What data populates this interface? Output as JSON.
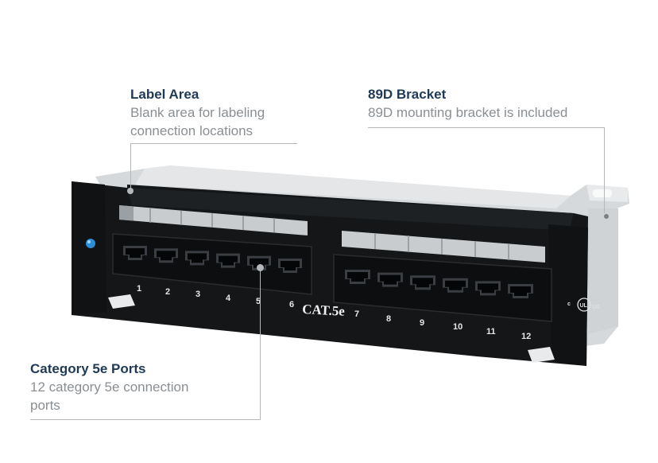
{
  "callouts": {
    "label_area": {
      "title": "Label Area",
      "desc_lines": [
        "Blank area for labeling",
        "connection locations"
      ]
    },
    "bracket": {
      "title": "89D Bracket",
      "desc_lines": [
        "89D mounting bracket is included"
      ]
    },
    "ports": {
      "title": "Category 5e Ports",
      "desc_lines": [
        "12 category 5e connection",
        "ports"
      ]
    }
  },
  "panel": {
    "model_label": "CAT.5e",
    "ul_mark": "UL",
    "port_numbers": [
      "1",
      "2",
      "3",
      "4",
      "5",
      "6",
      "7",
      "8",
      "9",
      "10",
      "11",
      "12"
    ]
  },
  "colors": {
    "panel": "#16181a",
    "bracket": "#dcdfe1",
    "label_strip": "#c9ccce",
    "title": "#1f3a57",
    "desc": "#8a8f94",
    "leader": "#b5b8bb",
    "led": "#2a8fd8"
  }
}
